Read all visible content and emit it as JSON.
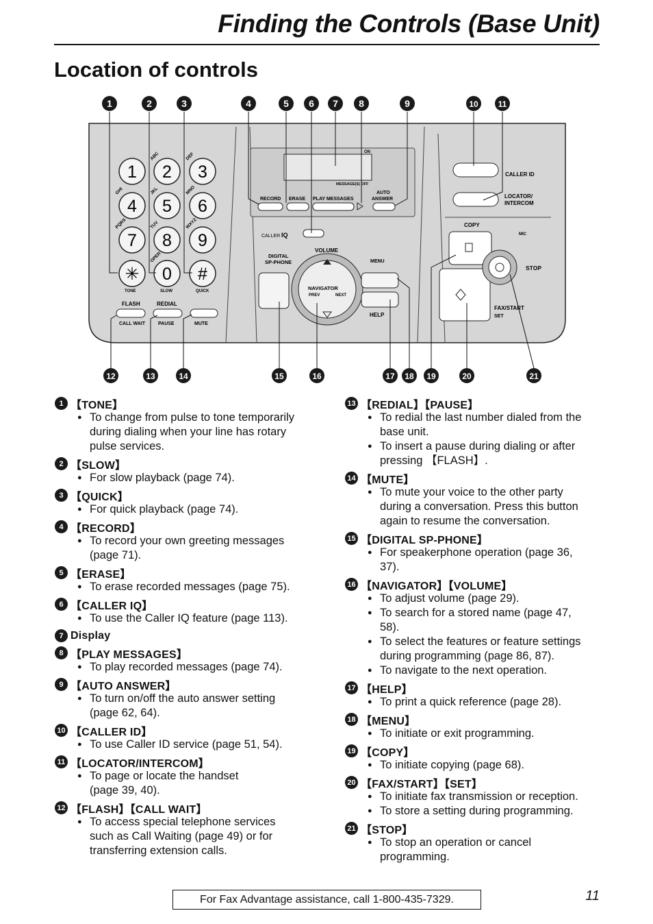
{
  "header": {
    "title": "Finding the Controls (Base Unit)"
  },
  "section_title": "Location of controls",
  "diagram": {
    "top_numbers": [
      "1",
      "2",
      "3",
      "4",
      "5",
      "6",
      "7",
      "8",
      "9",
      "10",
      "11"
    ],
    "bottom_numbers": [
      "12",
      "13",
      "14",
      "15",
      "16",
      "17",
      "18",
      "19",
      "20",
      "21"
    ],
    "keypad": [
      {
        "digit": "1",
        "letters": ""
      },
      {
        "digit": "2",
        "letters": "ABC"
      },
      {
        "digit": "3",
        "letters": "DEF"
      },
      {
        "digit": "4",
        "letters": "GHI"
      },
      {
        "digit": "5",
        "letters": "JKL"
      },
      {
        "digit": "6",
        "letters": "MNO"
      },
      {
        "digit": "7",
        "letters": "PQRS"
      },
      {
        "digit": "8",
        "letters": "TUV"
      },
      {
        "digit": "9",
        "letters": "WXYZ"
      },
      {
        "digit": "✳",
        "letters": ""
      },
      {
        "digit": "0",
        "letters": "OPER"
      },
      {
        "digit": "#",
        "letters": ""
      }
    ],
    "labels": {
      "tone": "TONE",
      "slow": "SLOW",
      "quick": "QUICK",
      "flash": "FLASH",
      "call_wait": "CALL WAIT",
      "redial": "REDIAL",
      "pause": "PAUSE",
      "mute": "MUTE",
      "on": "ON",
      "messages_off": "MESSAGE(S) OFF",
      "record": "RECORD",
      "erase": "ERASE",
      "play_messages": "PLAY MESSAGES",
      "auto": "AUTO",
      "answer": "ANSWER",
      "caller": "CALLER",
      "iq": "IQ",
      "volume": "VOLUME",
      "digital": "DIGITAL",
      "sp_phone": "SP-PHONE",
      "menu": "MENU",
      "navigator": "NAVIGATOR",
      "prev": "PREV",
      "next": "NEXT",
      "help": "HELP",
      "caller_id": "CALLER ID",
      "locator": "LOCATOR/",
      "intercom": "INTERCOM",
      "copy": "COPY",
      "mic": "MIC",
      "stop": "STOP",
      "fax_start": "FAX/START",
      "set": "SET"
    }
  },
  "left_entries": [
    {
      "num": "1",
      "label": "【TONE】",
      "bullets": [
        "To change from pulse to tone temporarily",
        "during dialing when your line has rotary",
        "pulse services."
      ],
      "bullet_lines": [
        3
      ]
    },
    {
      "num": "2",
      "label": "【SLOW】",
      "bullets": [
        "For slow playback (page 74)."
      ],
      "bullet_lines": [
        1
      ]
    },
    {
      "num": "3",
      "label": "【QUICK】",
      "bullets": [
        "For quick playback (page 74)."
      ],
      "bullet_lines": [
        1
      ]
    },
    {
      "num": "4",
      "label": "【RECORD】",
      "bullets": [
        "To record your own greeting messages",
        "(page 71)."
      ],
      "bullet_lines": [
        2
      ]
    },
    {
      "num": "5",
      "label": "【ERASE】",
      "bullets": [
        "To erase recorded messages (page 75)."
      ],
      "bullet_lines": [
        1
      ]
    },
    {
      "num": "6",
      "label": "【CALLER IQ】",
      "bullets": [
        "To use the Caller IQ feature (page 113)."
      ],
      "bullet_lines": [
        1
      ]
    },
    {
      "num": "7",
      "label": "Display",
      "bullets": [],
      "bullet_lines": []
    },
    {
      "num": "8",
      "label": "【PLAY MESSAGES】",
      "bullets": [
        "To play recorded messages (page 74)."
      ],
      "bullet_lines": [
        1
      ]
    },
    {
      "num": "9",
      "label": "【AUTO ANSWER】",
      "bullets": [
        "To turn on/off the auto answer setting",
        "(page 62, 64)."
      ],
      "bullet_lines": [
        2
      ]
    },
    {
      "num": "10",
      "label": "【CALLER ID】",
      "bullets": [
        "To use Caller ID service (page 51, 54)."
      ],
      "bullet_lines": [
        1
      ]
    },
    {
      "num": "11",
      "label": "【LOCATOR/INTERCOM】",
      "bullets": [
        "To page or locate the handset",
        "(page 39, 40)."
      ],
      "bullet_lines": [
        2
      ]
    },
    {
      "num": "12",
      "label": "【FLASH】【CALL WAIT】",
      "bullets": [
        "To access special telephone services",
        "such as Call Waiting (page 49) or for",
        "transferring extension calls."
      ],
      "bullet_lines": [
        3
      ]
    }
  ],
  "right_entries": [
    {
      "num": "13",
      "label": "【REDIAL】【PAUSE】",
      "bullets": [
        "To redial the last number dialed from the",
        "base unit.",
        "To insert a pause during dialing or after",
        "pressing 【FLASH】."
      ],
      "bullet_lines": [
        2,
        2
      ]
    },
    {
      "num": "14",
      "label": "【MUTE】",
      "bullets": [
        "To mute your voice to the other party",
        "during a conversation. Press this button",
        "again to resume the conversation."
      ],
      "bullet_lines": [
        3
      ]
    },
    {
      "num": "15",
      "label": "【DIGITAL SP-PHONE】",
      "bullets": [
        "For speakerphone operation (page 36,",
        "37)."
      ],
      "bullet_lines": [
        2
      ]
    },
    {
      "num": "16",
      "label": "【NAVIGATOR】【VOLUME】",
      "bullets": [
        "To adjust volume (page 29).",
        "To search for a stored name (page 47,",
        "58).",
        "To select the features or feature settings",
        "during programming (page 86, 87).",
        "To navigate to the next operation."
      ],
      "bullet_lines": [
        1,
        2,
        2,
        1
      ]
    },
    {
      "num": "17",
      "label": "【HELP】",
      "bullets": [
        "To print a quick reference (page 28)."
      ],
      "bullet_lines": [
        1
      ]
    },
    {
      "num": "18",
      "label": "【MENU】",
      "bullets": [
        "To initiate or exit programming."
      ],
      "bullet_lines": [
        1
      ]
    },
    {
      "num": "19",
      "label": "【COPY】",
      "bullets": [
        "To initiate copying (page 68)."
      ],
      "bullet_lines": [
        1
      ]
    },
    {
      "num": "20",
      "label": "【FAX/START】【SET】",
      "bullets": [
        "To initiate fax transmission or reception.",
        "To store a setting during programming."
      ],
      "bullet_lines": [
        1,
        1
      ]
    },
    {
      "num": "21",
      "label": "【STOP】",
      "bullets": [
        "To stop an operation or cancel",
        "programming."
      ],
      "bullet_lines": [
        2
      ]
    }
  ],
  "footer": {
    "assistance": "For Fax Advantage assistance, call 1-800-435-7329.",
    "page_number": "11"
  }
}
